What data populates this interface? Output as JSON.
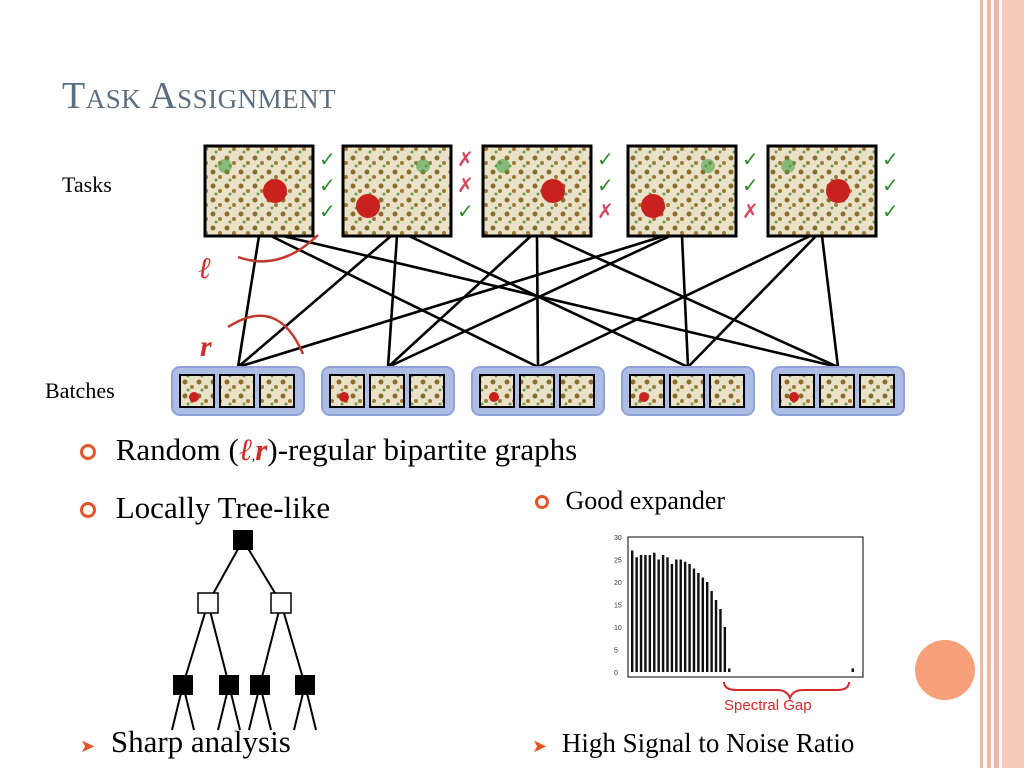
{
  "slide": {
    "title": "Task Assignment",
    "tasks_label": "Tasks",
    "batches_label": "Batches",
    "ell_glyph": "ℓ",
    "r_glyph": "r",
    "bullets": {
      "b1_prefix": "Random (",
      "b1_ell": "ℓ",
      "b1_sep": ",",
      "b1_r": "r",
      "b1_suffix": ")-regular bipartite graphs",
      "b2": "Locally Tree-like",
      "b3": "Good expander",
      "b4": "Sharp analysis",
      "b5": "High Signal to Noise Ratio"
    },
    "spectral_gap_label": "Spectral Gap",
    "mark_check": "✓",
    "mark_cross": "✗",
    "task_marks": [
      [
        "check",
        "check",
        "check"
      ],
      [
        "cross",
        "cross",
        "check"
      ],
      [
        "check",
        "check",
        "cross"
      ],
      [
        "check",
        "check",
        "cross"
      ],
      [
        "check",
        "check",
        "check"
      ]
    ],
    "colors": {
      "accent": "#e8542a",
      "title": "#5b6e7f",
      "check": "#2e8a2e",
      "cross": "#d9445f",
      "arc": "#c0392b",
      "batch_fill": "#aebde6"
    }
  },
  "chart_data": {
    "type": "bar",
    "ylim": [
      0,
      30
    ],
    "y_ticks": [
      "30",
      "25",
      "20",
      "15",
      "10",
      "5",
      "0"
    ],
    "values": [
      27,
      25.5,
      26,
      26,
      26,
      26.5,
      25,
      26,
      25.5,
      24,
      25,
      25,
      24.5,
      24,
      23,
      22,
      21,
      20,
      18,
      16,
      14,
      10,
      0.8,
      0,
      0,
      0,
      0,
      0,
      0,
      0,
      0,
      0,
      0,
      0,
      0,
      0,
      0,
      0,
      0,
      0,
      0,
      0,
      0,
      0,
      0,
      0,
      0,
      0,
      0,
      0,
      0.8
    ]
  }
}
